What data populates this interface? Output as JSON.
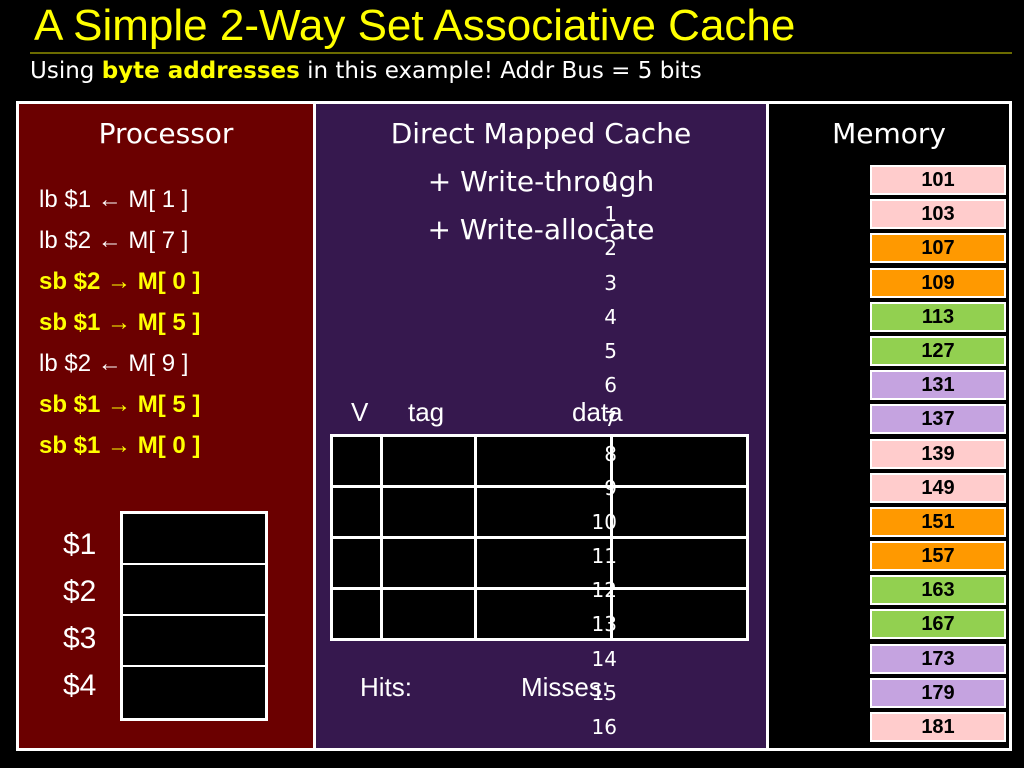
{
  "slide": {
    "title": "A Simple 2-Way Set Associative Cache",
    "subtitle_pre": "Using ",
    "subtitle_bold": "byte addresses",
    "subtitle_post": " in this example! Addr Bus = 5 bits"
  },
  "processor": {
    "title": "Processor",
    "instructions": [
      {
        "text": "lb  $1 ← M[ 1 ]",
        "highlighted": false
      },
      {
        "text": "lb  $2 ← M[ 7 ]",
        "highlighted": false
      },
      {
        "text": "sb  $2 → M[ 0 ]",
        "highlighted": true
      },
      {
        "text": "sb  $1 → M[ 5 ]",
        "highlighted": true
      },
      {
        "text": "lb  $2 ← M[ 9 ]",
        "highlighted": false
      },
      {
        "text": "sb  $1 → M[ 5 ]",
        "highlighted": true
      },
      {
        "text": "sb  $1 → M[ 0 ]",
        "highlighted": true
      }
    ],
    "registers": [
      "$1",
      "$2",
      "$3",
      "$4"
    ]
  },
  "cache": {
    "title_line1": "Direct Mapped Cache",
    "title_line2": "+ Write-through",
    "title_line3": "+ Write-allocate",
    "col_v": "V",
    "col_tag": "tag",
    "col_data": "data",
    "hits_label": "Hits:",
    "misses_label": "Misses:"
  },
  "memory": {
    "title": "Memory",
    "cells": [
      {
        "addr": "0",
        "value": "101",
        "color": "#ffcccc"
      },
      {
        "addr": "1",
        "value": "103",
        "color": "#ffcccc"
      },
      {
        "addr": "2",
        "value": "107",
        "color": "#ff9900"
      },
      {
        "addr": "3",
        "value": "109",
        "color": "#ff9900"
      },
      {
        "addr": "4",
        "value": "113",
        "color": "#92d050"
      },
      {
        "addr": "5",
        "value": "127",
        "color": "#92d050"
      },
      {
        "addr": "6",
        "value": "131",
        "color": "#c5a3e0"
      },
      {
        "addr": "7",
        "value": "137",
        "color": "#c5a3e0"
      },
      {
        "addr": "8",
        "value": "139",
        "color": "#ffcccc"
      },
      {
        "addr": "9",
        "value": "149",
        "color": "#ffcccc"
      },
      {
        "addr": "10",
        "value": "151",
        "color": "#ff9900"
      },
      {
        "addr": "11",
        "value": "157",
        "color": "#ff9900"
      },
      {
        "addr": "12",
        "value": "163",
        "color": "#92d050"
      },
      {
        "addr": "13",
        "value": "167",
        "color": "#92d050"
      },
      {
        "addr": "14",
        "value": "173",
        "color": "#c5a3e0"
      },
      {
        "addr": "15",
        "value": "179",
        "color": "#c5a3e0"
      },
      {
        "addr": "16",
        "value": "181",
        "color": "#ffcccc"
      }
    ]
  },
  "colors": {
    "title": "#ffff00",
    "processor_bg": "#6b0000",
    "cache_bg": "#36184e",
    "highlight": "#ffff00"
  }
}
